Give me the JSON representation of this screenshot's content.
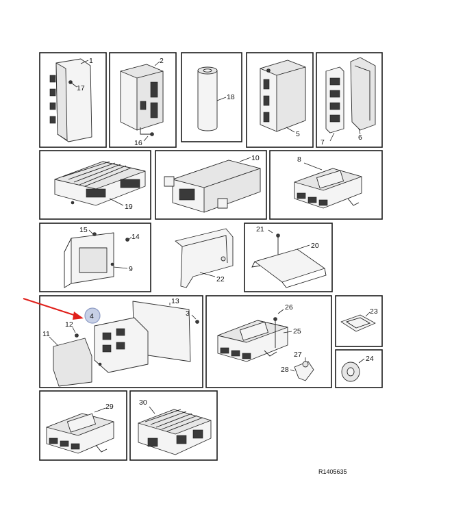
{
  "diagram": {
    "reference_code": "R1405635",
    "highlight_fill": "#c7d0e6",
    "highlight_stroke": "#8d9bc4",
    "arrow_color": "#e0201b",
    "part_numbers": {
      "p1": "1",
      "p2": "2",
      "p3": "3",
      "p4": "4",
      "p5": "5",
      "p6": "6",
      "p7": "7",
      "p8": "8",
      "p9": "9",
      "p10": "10",
      "p11": "11",
      "p12": "12",
      "p13": "13",
      "p14": "14",
      "p15": "15",
      "p16": "16",
      "p17": "17",
      "p18": "18",
      "p19": "19",
      "p20": "20",
      "p21": "21",
      "p22": "22",
      "p23": "23",
      "p24": "24",
      "p25": "25",
      "p26": "26",
      "p27": "27",
      "p28": "28",
      "p29": "29",
      "p30": "30"
    },
    "highlighted_part": "4"
  }
}
